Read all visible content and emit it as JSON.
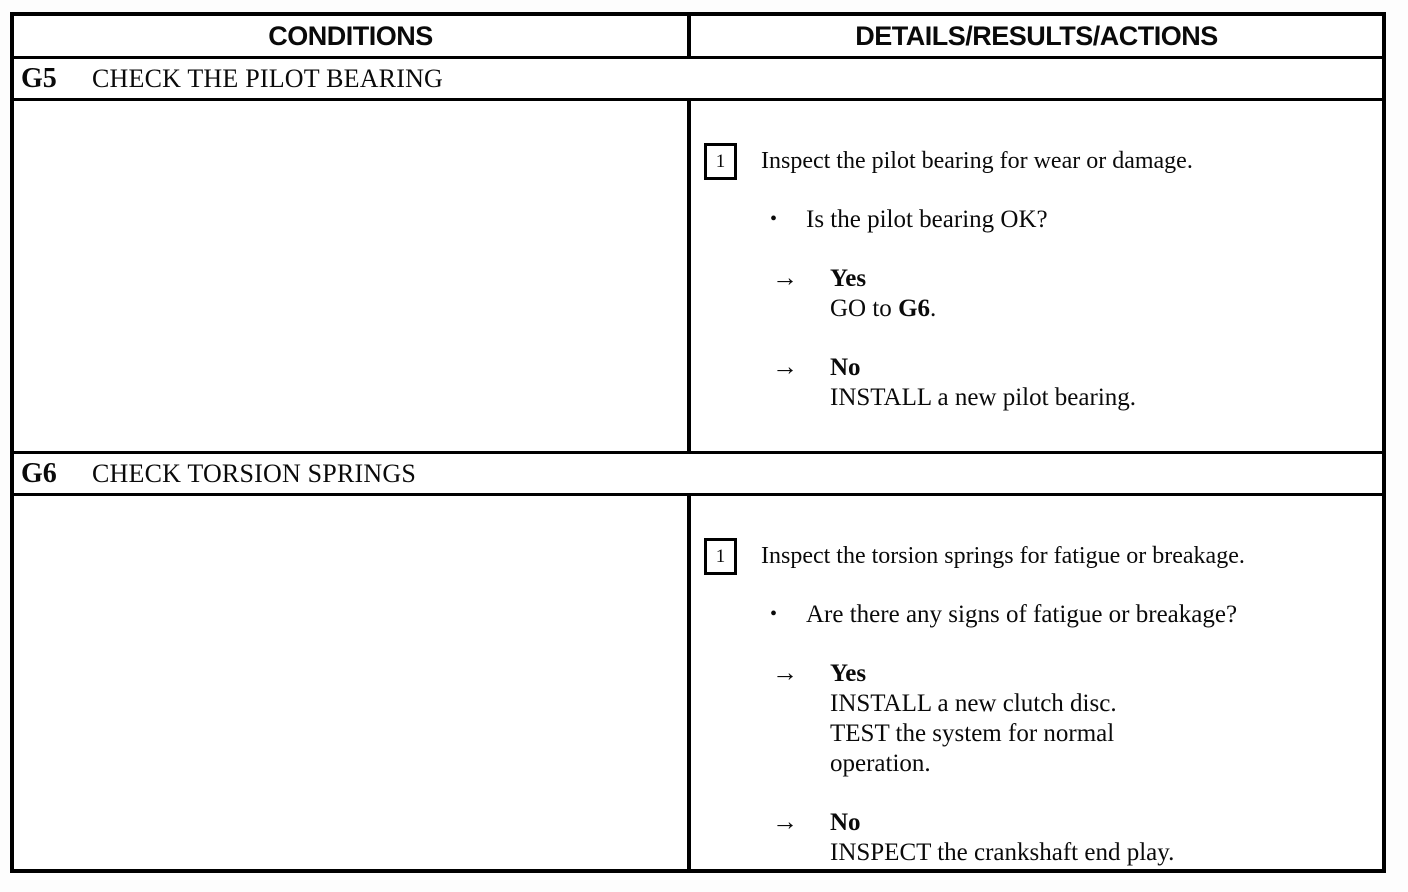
{
  "table": {
    "headers": {
      "conditions": "CONDITIONS",
      "details": "DETAILS/RESULTS/ACTIONS"
    },
    "glyphs": {
      "bullet": "•",
      "arrow": "→"
    },
    "sections": [
      {
        "code": "G5",
        "title": "CHECK THE PILOT BEARING",
        "step": {
          "number": "1",
          "text": "Inspect the pilot bearing for wear or damage."
        },
        "question": "Is the pilot bearing OK?",
        "yes": {
          "label": "Yes",
          "action_prefix": "GO to ",
          "action_target": "G6",
          "action_suffix": "."
        },
        "no": {
          "label": "No",
          "action": "INSTALL a new pilot bearing."
        }
      },
      {
        "code": "G6",
        "title": "CHECK TORSION SPRINGS",
        "step": {
          "number": "1",
          "text": "Inspect the torsion springs for fatigue or breakage."
        },
        "question": "Are there any signs of fatigue or breakage?",
        "yes": {
          "label": "Yes",
          "action_lines": [
            "INSTALL a new clutch disc.",
            "TEST the system for normal",
            "operation."
          ]
        },
        "no": {
          "label": "No",
          "action": "INSPECT the crankshaft end play."
        }
      }
    ]
  }
}
